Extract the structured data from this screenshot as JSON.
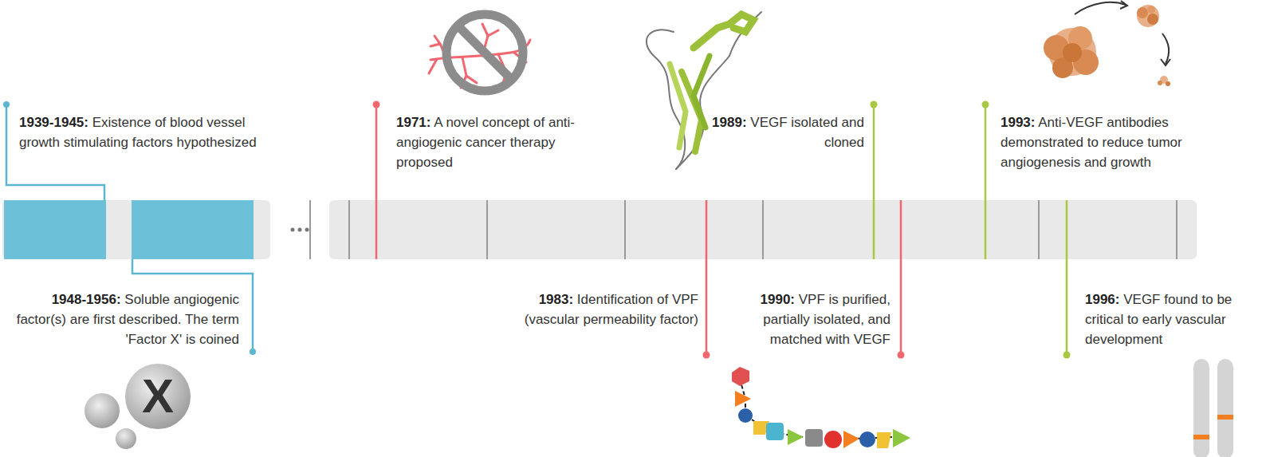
{
  "diagram": {
    "labels": [
      "1939-1945:",
      "Existence of blood vessel growth stimulating factors hypothesized",
      "1948-1956:",
      "Soluble angiogenic factor(s) are first described. The term 'Factor X' is coined",
      "1971:",
      "A novel concept of anti-angiogenic cancer therapy proposed",
      "1983:",
      "Identification of VPF (vascular permeability factor)",
      "1989:",
      "VEGF isolated and cloned",
      "1990:",
      "VPF is purified, partially isolated, and matched with VEGF",
      "1993:",
      "Anti-VEGF antibodies demonstrated to reduce tumor angiogenesis and growth",
      "1996:",
      "VEGF found to be critical to early vascular development",
      "X"
    ]
  }
}
